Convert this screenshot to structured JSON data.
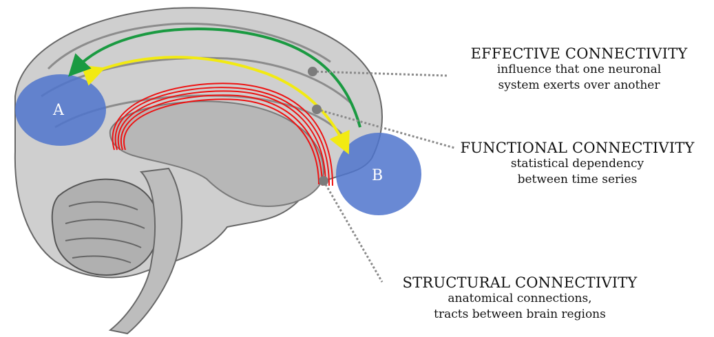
{
  "regions": [
    {
      "id": "a",
      "label": "A"
    },
    {
      "id": "b",
      "label": "B"
    }
  ],
  "connectivity": {
    "effective": {
      "title": "EFFECTIVE CONNECTIVITY",
      "lines": [
        "influence that one neuronal",
        "system exerts over another"
      ],
      "color": "#1a9a41"
    },
    "functional": {
      "title": "FUNCTIONAL CONNECTIVITY",
      "lines": [
        "statistical dependency",
        "between time series"
      ],
      "color": "#f2ea12"
    },
    "structural": {
      "title": "STRUCTURAL CONNECTIVITY",
      "lines": [
        "anatomical connections,",
        "tracts between brain regions"
      ],
      "color": "#ee1111"
    }
  },
  "colors": {
    "region_fill": "#4f74cc",
    "leader_line": "#8a8a8a",
    "marker": "#7c7c7c"
  }
}
